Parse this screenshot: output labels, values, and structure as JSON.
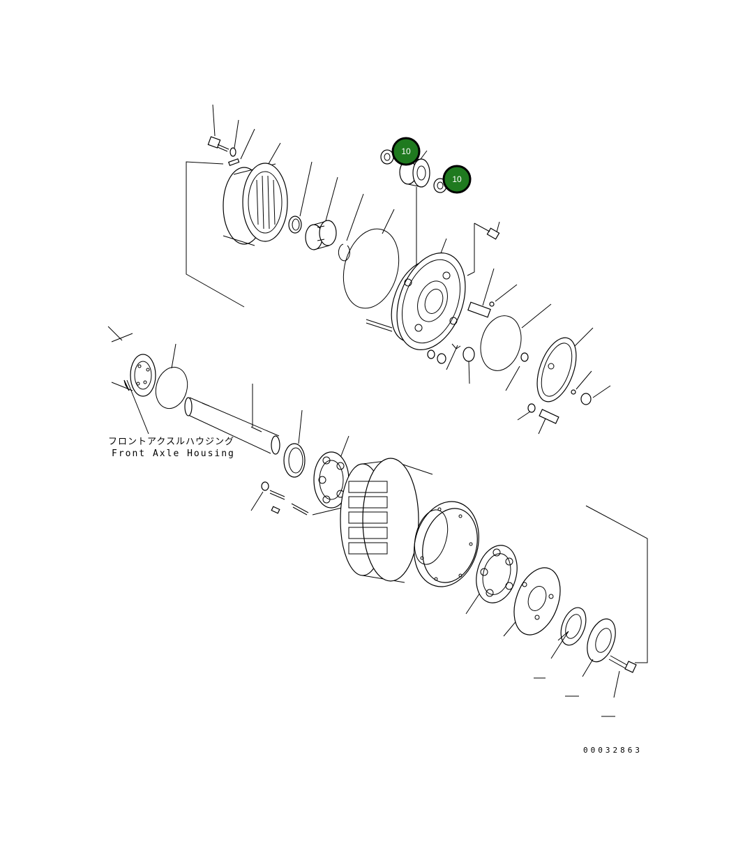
{
  "diagram": {
    "housing_label_jp": "フロントアクスルハウジング",
    "housing_label_en": "Front Axle Housing",
    "figure_number": "00032863",
    "callouts": [
      {
        "id": "callout-1",
        "text": "10",
        "color": "#1f7a1f"
      },
      {
        "id": "callout-2",
        "text": "10",
        "color": "#1f7a1f"
      }
    ]
  }
}
